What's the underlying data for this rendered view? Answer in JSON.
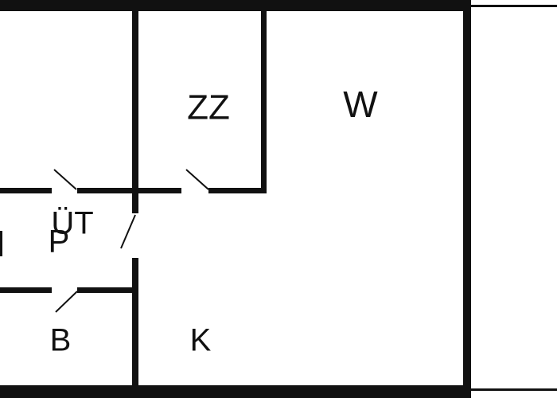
{
  "rooms": {
    "zz": {
      "label": "ZZ"
    },
    "w": {
      "label": "W"
    },
    "ut": {
      "label": "ÜT"
    },
    "p": {
      "label": "P"
    },
    "b": {
      "label": "B"
    },
    "k": {
      "label": "K"
    }
  },
  "colors": {
    "wall": "#111111",
    "background": "#ffffff",
    "text": "#111111"
  }
}
